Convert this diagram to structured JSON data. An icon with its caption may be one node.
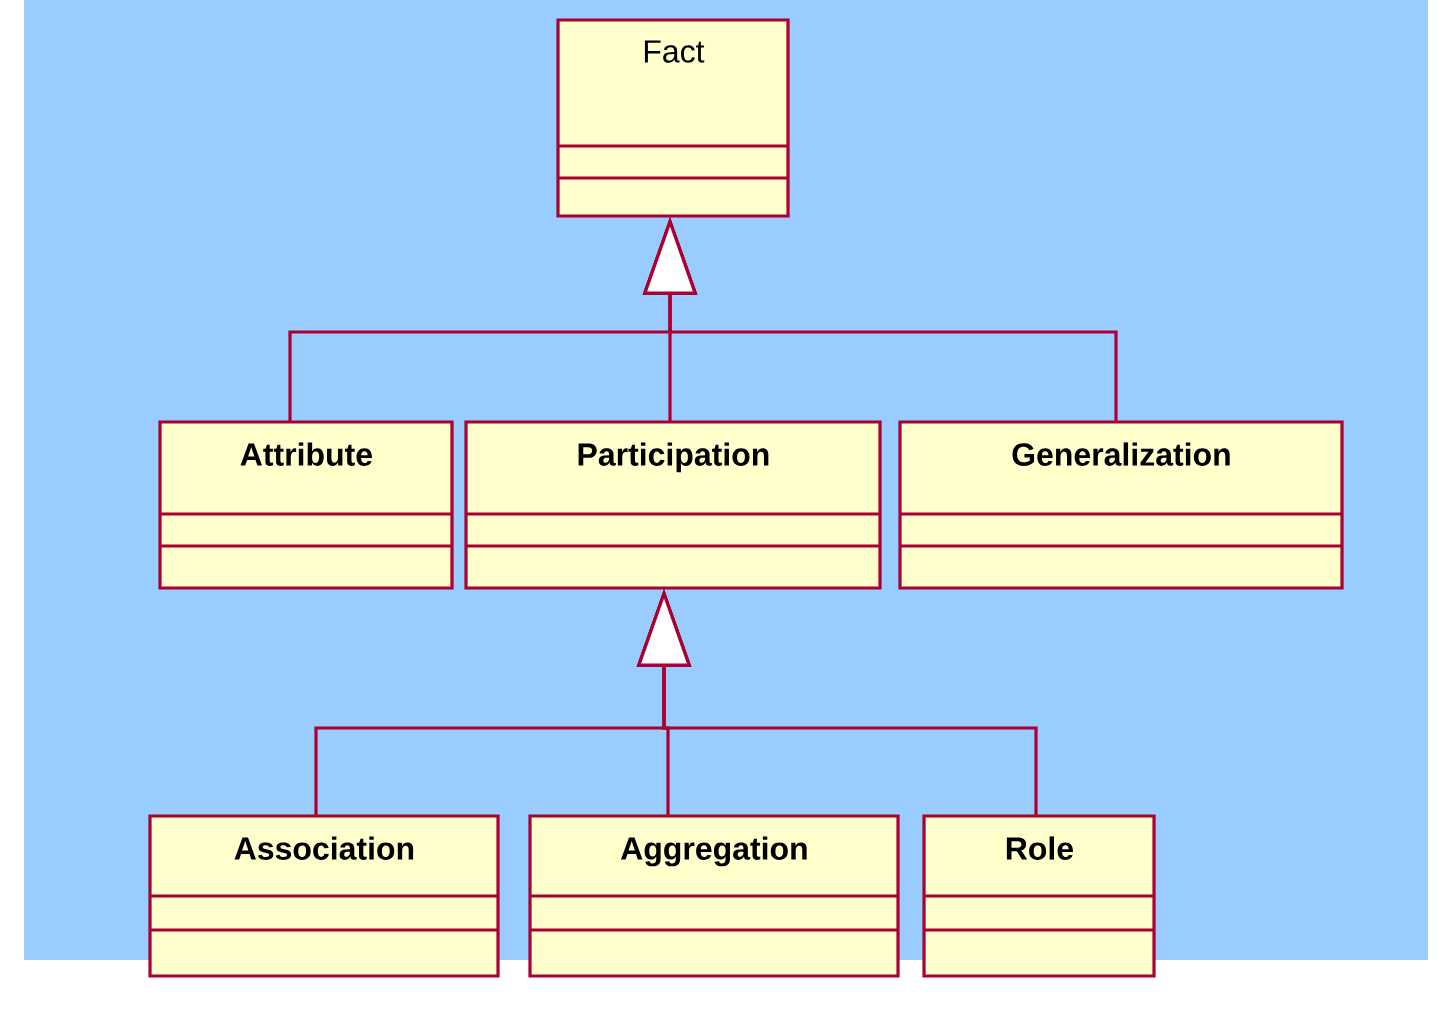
{
  "diagram": {
    "nodes": [
      {
        "text": [
          "Fact"
        ]
      },
      {
        "text": [
          "Attribute"
        ]
      },
      {
        "text": [
          "Participation"
        ]
      },
      {
        "text": [
          "Generalization"
        ]
      },
      {
        "text": [
          "Association"
        ]
      },
      {
        "text": [
          "Aggregation"
        ]
      },
      {
        "text": [
          "Role"
        ]
      }
    ],
    "edges": [
      {
        "from": 1,
        "to": 0,
        "arrow": "to"
      },
      {
        "from": 2,
        "to": 0,
        "arrow": "to"
      },
      {
        "from": 3,
        "to": 0,
        "arrow": "to"
      },
      {
        "from": 4,
        "to": 2,
        "arrow": "to"
      },
      {
        "from": 5,
        "to": 2,
        "arrow": "to"
      },
      {
        "from": 6,
        "to": 2,
        "arrow": "to"
      }
    ]
  }
}
